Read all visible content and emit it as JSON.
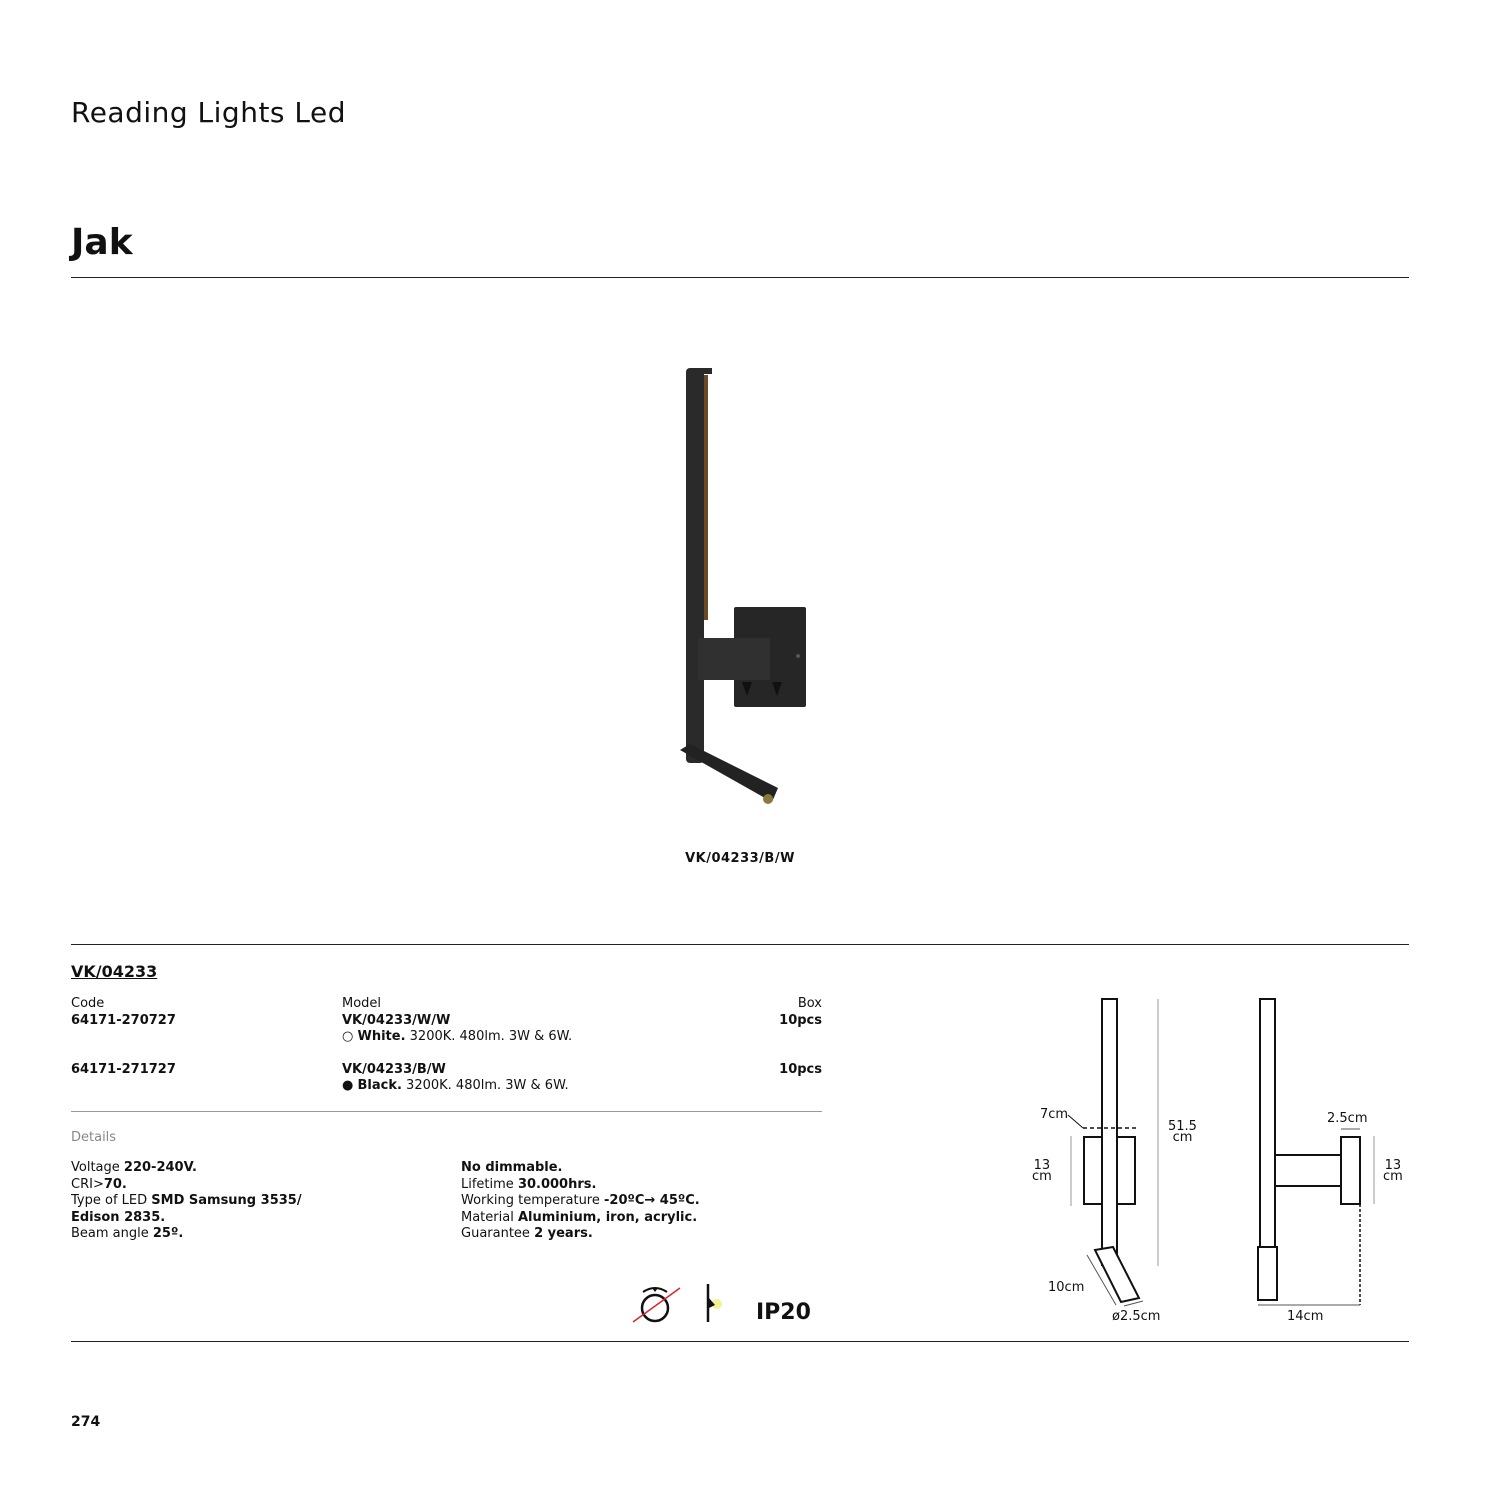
{
  "category": "Reading Lights Led",
  "title": "Jak",
  "image_caption": "VK/04233/B/W",
  "product_ref": "VK/04233",
  "table": {
    "headers": {
      "code": "Code",
      "model": "Model",
      "box": "Box"
    },
    "rows": [
      {
        "code": "64171-270727",
        "model": "VK/04233/W/W",
        "swatch": "○",
        "finish": "White.",
        "spec": " 3200K. 480lm. 3W & 6W.",
        "box": "10pcs"
      },
      {
        "code": "64171-271727",
        "model": "VK/04233/B/W",
        "swatch": "●",
        "finish": "Black.",
        "spec": " 3200K. 480lm. 3W & 6W.",
        "box": "10pcs"
      }
    ]
  },
  "details": {
    "label": "Details",
    "left": [
      {
        "k": "Voltage ",
        "v": "220-240V."
      },
      {
        "k": "CRI>",
        "v": "70."
      },
      {
        "k": "Type of LED ",
        "v": "SMD Samsung 3535/"
      },
      {
        "k": "",
        "v": "Edison 2835."
      },
      {
        "k": "Beam angle ",
        "v": "25º."
      }
    ],
    "right": [
      {
        "k": "",
        "v": "No dimmable."
      },
      {
        "k": "Lifetime ",
        "v": "30.000hrs."
      },
      {
        "k": "Working temperature ",
        "v": "-20ºC→ 45ºC."
      },
      {
        "k": "Material ",
        "v": "Aluminium, iron, acrylic."
      },
      {
        "k": "Guarantee ",
        "v": "2 years."
      }
    ]
  },
  "icons": {
    "no_dimmable": "no-dimmer-icon",
    "wall": "wall-mount-icon",
    "ip": "IP20"
  },
  "dimensions": {
    "width_base": "7cm",
    "height_total_1": "51.5",
    "height_total_2": "cm",
    "plate_h_1": "13",
    "plate_h_2": "cm",
    "head_len": "10cm",
    "head_diam": "ø2.5cm",
    "plate_depth": "2.5cm",
    "plate_h2_1": "13",
    "plate_h2_2": "cm",
    "projection": "14cm"
  },
  "page_number": "274",
  "colors": {
    "accent_red": "#d9262a",
    "led_yellow": "#f3ef7a"
  }
}
